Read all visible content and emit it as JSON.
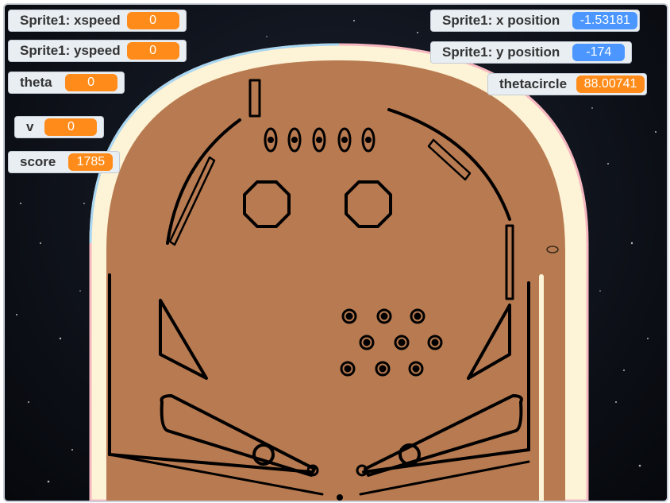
{
  "monitors": {
    "xspeed": {
      "label": "Sprite1: xspeed",
      "value": "0"
    },
    "yspeed": {
      "label": "Sprite1: yspeed",
      "value": "0"
    },
    "theta": {
      "label": "theta",
      "value": "0"
    },
    "v": {
      "label": "v",
      "value": "0"
    },
    "score": {
      "label": "score",
      "value": "1785"
    },
    "xpos": {
      "label": "Sprite1: x position",
      "value": "-1.53181"
    },
    "ypos": {
      "label": "Sprite1: y position",
      "value": "-174"
    },
    "thetacircle": {
      "label": "thetacircle",
      "value": "88.00741"
    }
  },
  "colors": {
    "variable_orange": "#ff8c1a",
    "sensing_blue": "#4c97ff",
    "playfield": "#b87a50",
    "rim": "#fdf3d6"
  }
}
